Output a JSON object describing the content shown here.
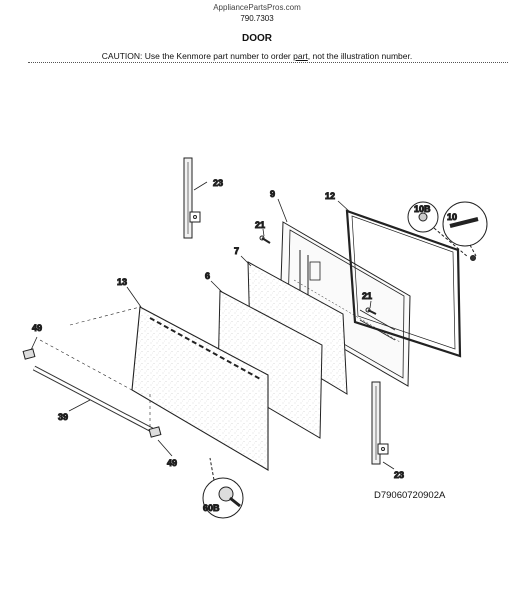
{
  "header": {
    "site": "AppliancePartsPros.com",
    "model": "790.7303",
    "title": "DOOR",
    "caution_pre": "CAUTION: Use the Kenmore part number to order ",
    "caution_link": "part",
    "caution_post": ", not the illustration number."
  },
  "callouts": {
    "hinge_top": "23",
    "hinge_bottom": "23",
    "liner": "9",
    "gasket": "12",
    "screw_10b": "10B",
    "screw_10": "10",
    "screw_21a": "21",
    "screw_21b": "21",
    "insulation": "7",
    "glass": "6",
    "outer_panel": "13",
    "bumper_left": "49",
    "bumper_right": "49",
    "handle": "39",
    "screw_60b": "60B"
  },
  "diagram_code": "D79060720902A"
}
